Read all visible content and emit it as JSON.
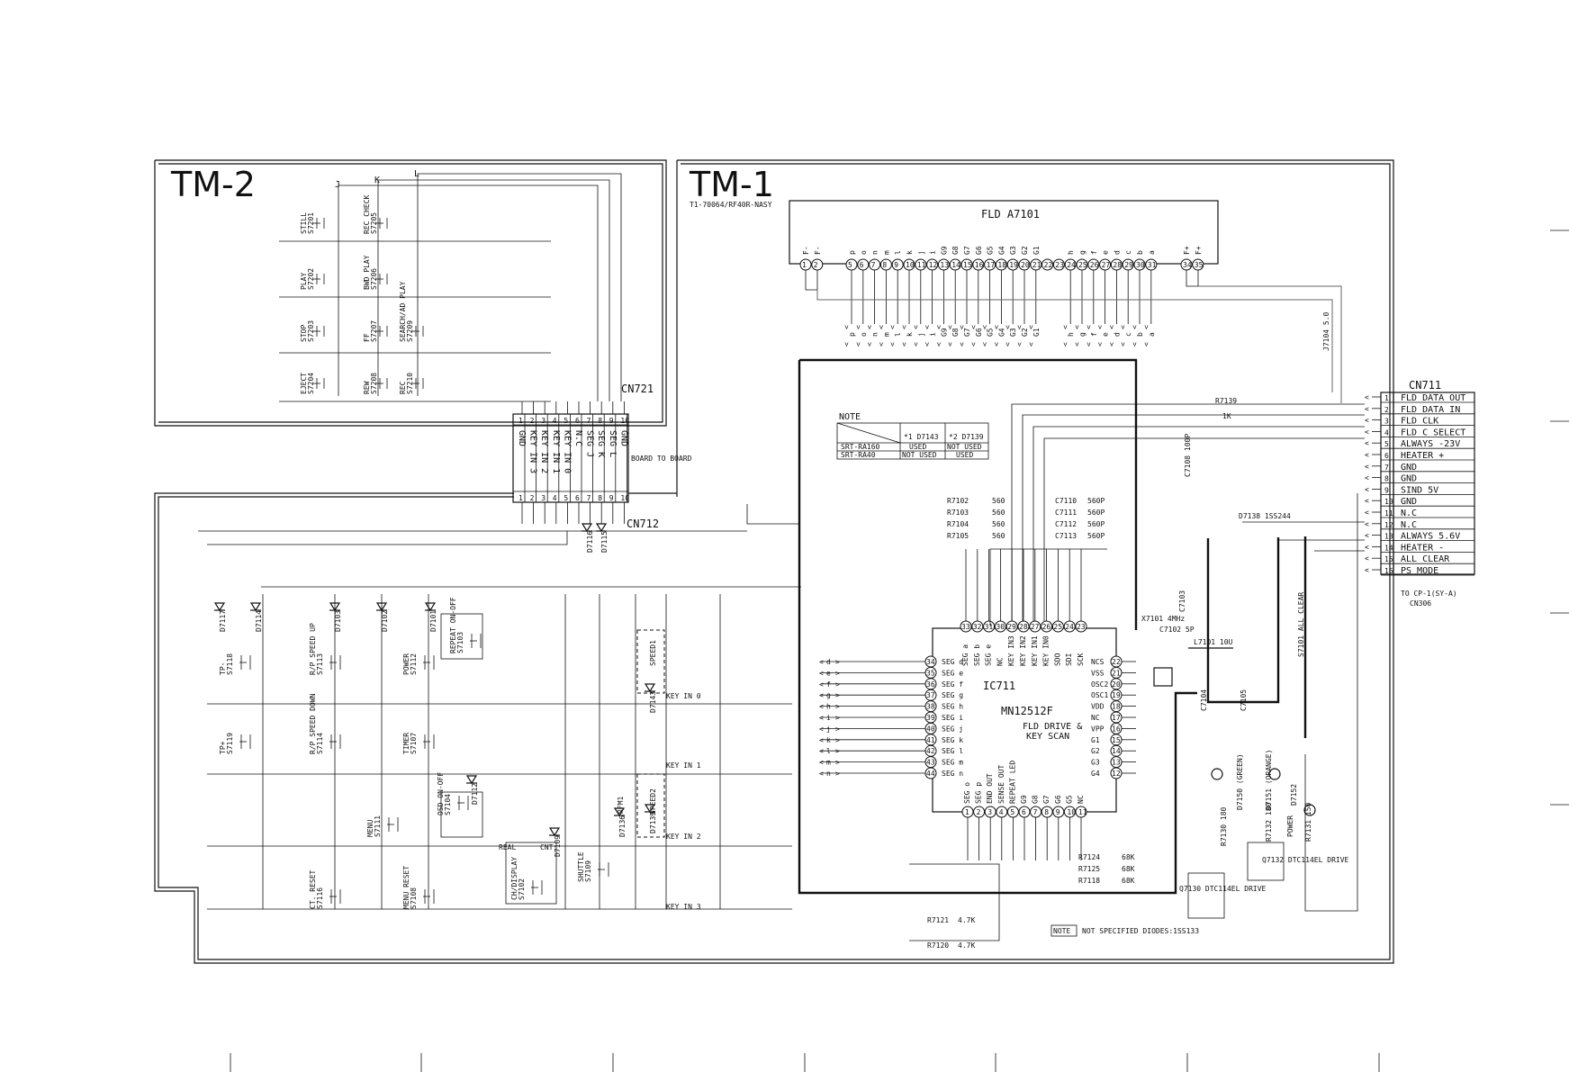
{
  "boards": {
    "tm2": {
      "title": "TM-2"
    },
    "tm1": {
      "title": "TM-1",
      "subtitle": "T1-70064/RF40R-NASY"
    }
  },
  "fld": {
    "title": "FLD  A7101",
    "pins": [
      {
        "n": "1",
        "s": "F-"
      },
      {
        "n": "2",
        "s": "F-"
      },
      {
        "n": "5",
        "s": "p"
      },
      {
        "n": "6",
        "s": "o"
      },
      {
        "n": "7",
        "s": "n"
      },
      {
        "n": "8",
        "s": "m"
      },
      {
        "n": "9",
        "s": "l"
      },
      {
        "n": "10",
        "s": "k"
      },
      {
        "n": "11",
        "s": "j"
      },
      {
        "n": "12",
        "s": "i"
      },
      {
        "n": "13",
        "s": "G9"
      },
      {
        "n": "14",
        "s": "G8"
      },
      {
        "n": "15",
        "s": "G7"
      },
      {
        "n": "16",
        "s": "G6"
      },
      {
        "n": "17",
        "s": "G5"
      },
      {
        "n": "18",
        "s": "G4"
      },
      {
        "n": "19",
        "s": "G3"
      },
      {
        "n": "20",
        "s": "G2"
      },
      {
        "n": "21",
        "s": "G1"
      },
      {
        "n": "22",
        "s": ""
      },
      {
        "n": "23",
        "s": ""
      },
      {
        "n": "24",
        "s": "h"
      },
      {
        "n": "25",
        "s": "g"
      },
      {
        "n": "26",
        "s": "f"
      },
      {
        "n": "27",
        "s": "e"
      },
      {
        "n": "28",
        "s": "d"
      },
      {
        "n": "29",
        "s": "c"
      },
      {
        "n": "30",
        "s": "b"
      },
      {
        "n": "31",
        "s": "a"
      },
      {
        "n": "34",
        "s": "F+"
      },
      {
        "n": "35",
        "s": "F+"
      }
    ]
  },
  "cn711": {
    "title": "CN711",
    "note": "TO CP-1(SY-A)",
    "note2": "CN306",
    "pins": [
      {
        "n": "1",
        "l": "FLD DATA OUT"
      },
      {
        "n": "2",
        "l": "FLD DATA IN"
      },
      {
        "n": "3",
        "l": "FLD CLK"
      },
      {
        "n": "4",
        "l": "FLD C SELECT"
      },
      {
        "n": "5",
        "l": "ALWAYS -23V"
      },
      {
        "n": "6",
        "l": "HEATER +"
      },
      {
        "n": "7",
        "l": "GND"
      },
      {
        "n": "8",
        "l": "GND"
      },
      {
        "n": "9",
        "l": "SIND 5V"
      },
      {
        "n": "10",
        "l": "GND"
      },
      {
        "n": "11",
        "l": "N.C"
      },
      {
        "n": "12",
        "l": "N.C"
      },
      {
        "n": "13",
        "l": "ALWAYS 5.6V"
      },
      {
        "n": "14",
        "l": "HEATER -"
      },
      {
        "n": "15",
        "l": "ALL CLEAR"
      },
      {
        "n": "16",
        "l": "PS MODE"
      }
    ]
  },
  "cn721": {
    "title": "CN721"
  },
  "cn712": {
    "title": "CN712",
    "board_note": "BOARD TO BOARD"
  },
  "connector_pins": [
    {
      "n": "1",
      "l": "GND"
    },
    {
      "n": "2",
      "l": "KEY IN 3"
    },
    {
      "n": "3",
      "l": "KEY IN 2"
    },
    {
      "n": "4",
      "l": "KEY IN 1"
    },
    {
      "n": "5",
      "l": "KEY IN 0"
    },
    {
      "n": "6",
      "l": "N.C"
    },
    {
      "n": "7",
      "l": "SEG J"
    },
    {
      "n": "8",
      "l": "SEG K"
    },
    {
      "n": "9",
      "l": "SEG L"
    },
    {
      "n": "10",
      "l": "GND"
    }
  ],
  "ic": {
    "ref": "IC711",
    "part": "MN12512F",
    "func1": "FLD DRIVE &",
    "func2": "KEY SCAN",
    "top_pins": [
      {
        "n": "33",
        "l": "SEG a"
      },
      {
        "n": "32",
        "l": "SEG b"
      },
      {
        "n": "31",
        "l": "SEG e"
      },
      {
        "n": "30",
        "l": "NC"
      },
      {
        "n": "29",
        "l": "KEY IN3"
      },
      {
        "n": "28",
        "l": "KEY IN2"
      },
      {
        "n": "27",
        "l": "KEY IN1"
      },
      {
        "n": "26",
        "l": "KEY IN0"
      },
      {
        "n": "25",
        "l": "SDO"
      },
      {
        "n": "24",
        "l": "SDI"
      },
      {
        "n": "23",
        "l": "SCK"
      }
    ],
    "left_pins": [
      {
        "n": "34",
        "l": "SEG d",
        "s": "d"
      },
      {
        "n": "35",
        "l": "SEG e",
        "s": "e"
      },
      {
        "n": "36",
        "l": "SEG f",
        "s": "f"
      },
      {
        "n": "37",
        "l": "SEG g",
        "s": "g"
      },
      {
        "n": "38",
        "l": "SEG h",
        "s": "h"
      },
      {
        "n": "39",
        "l": "SEG i",
        "s": "i"
      },
      {
        "n": "40",
        "l": "SEG j",
        "s": "j"
      },
      {
        "n": "41",
        "l": "SEG k",
        "s": "k"
      },
      {
        "n": "42",
        "l": "SEG l",
        "s": "l"
      },
      {
        "n": "43",
        "l": "SEG m",
        "s": "m"
      },
      {
        "n": "44",
        "l": "SEG n",
        "s": "n"
      }
    ],
    "right_pins": [
      {
        "n": "22",
        "l": "NCS"
      },
      {
        "n": "21",
        "l": "VSS"
      },
      {
        "n": "20",
        "l": "OSC2"
      },
      {
        "n": "19",
        "l": "OSC1"
      },
      {
        "n": "18",
        "l": "VDD"
      },
      {
        "n": "17",
        "l": "NC"
      },
      {
        "n": "16",
        "l": "VPP"
      },
      {
        "n": "15",
        "l": "G1"
      },
      {
        "n": "14",
        "l": "G2"
      },
      {
        "n": "13",
        "l": "G3"
      },
      {
        "n": "12",
        "l": "G4"
      }
    ],
    "bottom_pins": [
      {
        "n": "1",
        "l": "SEG o"
      },
      {
        "n": "2",
        "l": "SEG p"
      },
      {
        "n": "3",
        "l": "END OUT"
      },
      {
        "n": "4",
        "l": "SENSE OUT"
      },
      {
        "n": "5",
        "l": "REPEAT LED"
      },
      {
        "n": "6",
        "l": "G9"
      },
      {
        "n": "7",
        "l": "G8"
      },
      {
        "n": "8",
        "l": "G7"
      },
      {
        "n": "9",
        "l": "G6"
      },
      {
        "n": "10",
        "l": "G5"
      },
      {
        "n": "11",
        "l": "NC"
      }
    ]
  },
  "note_table": {
    "title": "NOTE",
    "headers": [
      "*1 D7143",
      "*2 D7139"
    ],
    "rows": [
      {
        "model": "SRT-RA160",
        "c1": "USED",
        "c2": "NOT USED"
      },
      {
        "model": "SRT-RA40",
        "c1": "NOT USED",
        "c2": "USED"
      }
    ]
  },
  "footer_note": {
    "tag": "NOTE",
    "text": "NOT SPECIFIED DIODES:1SS133"
  },
  "resistors": [
    {
      "ref": "R7102",
      "val": "560"
    },
    {
      "ref": "R7103",
      "val": "560"
    },
    {
      "ref": "R7104",
      "val": "560"
    },
    {
      "ref": "R7105",
      "val": "560"
    },
    {
      "ref": "R7124",
      "val": "68K"
    },
    {
      "ref": "R7125",
      "val": "68K"
    },
    {
      "ref": "R7118",
      "val": "68K"
    },
    {
      "ref": "R7121",
      "val": "4.7K"
    },
    {
      "ref": "R7120",
      "val": "4.7K"
    },
    {
      "ref": "R7139",
      "val": "1K"
    }
  ],
  "caps": [
    {
      "ref": "C7110",
      "val": "560P"
    },
    {
      "ref": "C7111",
      "val": "560P"
    },
    {
      "ref": "C7112",
      "val": "560P"
    },
    {
      "ref": "C7113",
      "val": "560P"
    }
  ],
  "misc": {
    "c7108": "C7108 100P",
    "d7138": "D7138 1SS244",
    "l7101": "L7101 10U",
    "x7101": "X7101 4MHz",
    "c7102": "C7102 5P",
    "c7103": "C7103",
    "c7104": "C7104",
    "c7105": "C7105",
    "s7101": "S7101 ALL CLEAR",
    "q7130": "Q7130 DTC114EL DRIVE",
    "q7132": "Q7132 DTC114EL DRIVE",
    "timer": "TIMER",
    "j7104": "J7104 5.0",
    "key0": "KEY IN 0",
    "key1": "KEY IN 1",
    "key2": "KEY IN 2",
    "key3": "KEY IN 3"
  },
  "tm2_switches": [
    {
      "ref": "S7201",
      "name": "STILL"
    },
    {
      "ref": "S7205",
      "name": "REC CHECK"
    },
    {
      "ref": "S7202",
      "name": "PLAY"
    },
    {
      "ref": "S7206",
      "name": "BWD PLAY"
    },
    {
      "ref": "S7203",
      "name": "STOP"
    },
    {
      "ref": "S7207",
      "name": "FF"
    },
    {
      "ref": "S7209",
      "name": "SEARCH/AD PLAY"
    },
    {
      "ref": "S7204",
      "name": "EJECT"
    },
    {
      "ref": "S7208",
      "name": "REW"
    },
    {
      "ref": "S7210",
      "name": "REC"
    }
  ],
  "tm1_switches": [
    {
      "ref": "S7118",
      "name": "TP-"
    },
    {
      "ref": "S7113",
      "name": "R/P SPEED UP"
    },
    {
      "ref": "S7112",
      "name": "POWER"
    },
    {
      "ref": "S7119",
      "name": "TP+"
    },
    {
      "ref": "S7114",
      "name": "R/P SPEED DOWN"
    },
    {
      "ref": "S7107",
      "name": "TIMER"
    },
    {
      "ref": "S7111",
      "name": "MENU"
    },
    {
      "ref": "S7116",
      "name": "CT. RESET"
    },
    {
      "ref": "S7108",
      "name": "MENU RESET"
    },
    {
      "ref": "S7103",
      "name": "REPEAT ON-OFF"
    },
    {
      "ref": "S7104",
      "name": "OSD ON-OFF"
    },
    {
      "ref": "S7102",
      "name": "CH/DISPLAY"
    },
    {
      "ref": "S7109",
      "name": "SHUTTLE"
    }
  ],
  "diodes": [
    "D7117",
    "D7114",
    "D7103",
    "D7102",
    "D7101",
    "D7116",
    "D7115",
    "D7112",
    "D7109",
    "D7136",
    "D7143",
    "D7139"
  ],
  "labels": {
    "real": "REAL",
    "cnt": "CNT",
    "rfm1": "RFM1",
    "sel1": "SPEED1",
    "sel2": "SPEED2",
    "jkl": [
      "J",
      "K",
      "L"
    ]
  },
  "status": {
    "d7150": "D7150 (GREEN)",
    "d7151": "D7151 (ORANGE)",
    "d7152": "D7152",
    "r7130": "R7130 180",
    "r7131": "R7131 150",
    "r7132": "R7132 180",
    "power": "POWER"
  }
}
